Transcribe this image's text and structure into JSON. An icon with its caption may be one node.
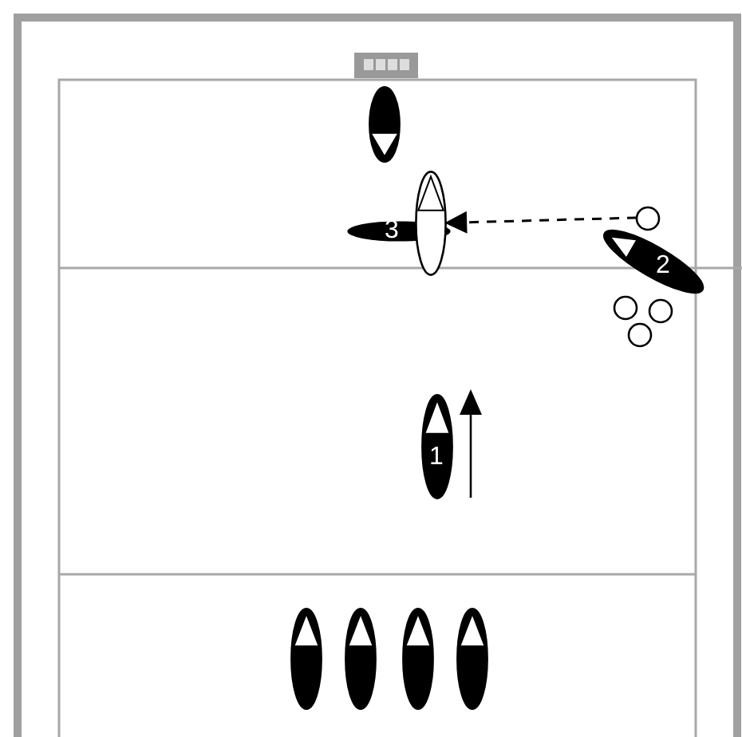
{
  "diagram": {
    "nodes": [
      {
        "text": [],
        "shape": "ellipse"
      },
      {
        "text": [],
        "shape": "ellipse"
      },
      {
        "text": [
          "3"
        ]
      },
      {
        "text": [],
        "shape": "circle"
      },
      {
        "text": [
          "2"
        ]
      },
      {
        "text": [],
        "shape": "circle"
      },
      {
        "text": [],
        "shape": "circle"
      },
      {
        "text": [],
        "shape": "circle"
      },
      {
        "text": [
          "1"
        ]
      },
      {
        "text": [],
        "shape": "ellipse"
      },
      {
        "text": [],
        "shape": "ellipse"
      },
      {
        "text": [],
        "shape": "ellipse"
      },
      {
        "text": [],
        "shape": "ellipse"
      }
    ],
    "edges": [
      {
        "from": 3,
        "to": 1,
        "arrow": "to",
        "style": "dashed"
      }
    ]
  }
}
